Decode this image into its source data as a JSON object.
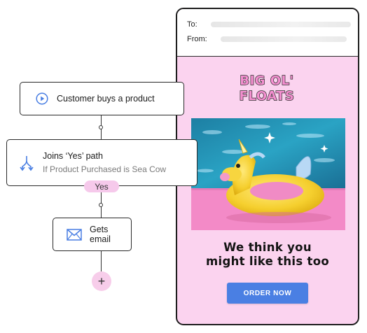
{
  "email": {
    "to_label": "To:",
    "from_label": "From:",
    "brand_logo": "BIG OL' FLOATS",
    "hero_image": "yellow unicorn pool float on pink surface by water",
    "headline_line1": "We think you",
    "headline_line2": "might like this too",
    "cta_label": "ORDER NOW",
    "colors": {
      "background": "#fbd3ef",
      "cta": "#4a7fe3",
      "logo_fill": "#f48fd0",
      "logo_stroke": "#2a2a2a"
    }
  },
  "flow": {
    "trigger": {
      "label": "Customer buys a product",
      "icon": "play-circle-icon"
    },
    "split": {
      "label": "Joins ‘Yes’ path",
      "condition": "If Product Purchased is Sea Cow",
      "icon": "split-arrow-icon"
    },
    "branch_label": "Yes",
    "email_step": {
      "label": "Gets email",
      "icon": "envelope-icon"
    },
    "add_step_icon": "plus-icon",
    "add_step_glyph": "+",
    "colors": {
      "accent": "#4a7fe3",
      "pill": "#f6c9eb"
    }
  }
}
